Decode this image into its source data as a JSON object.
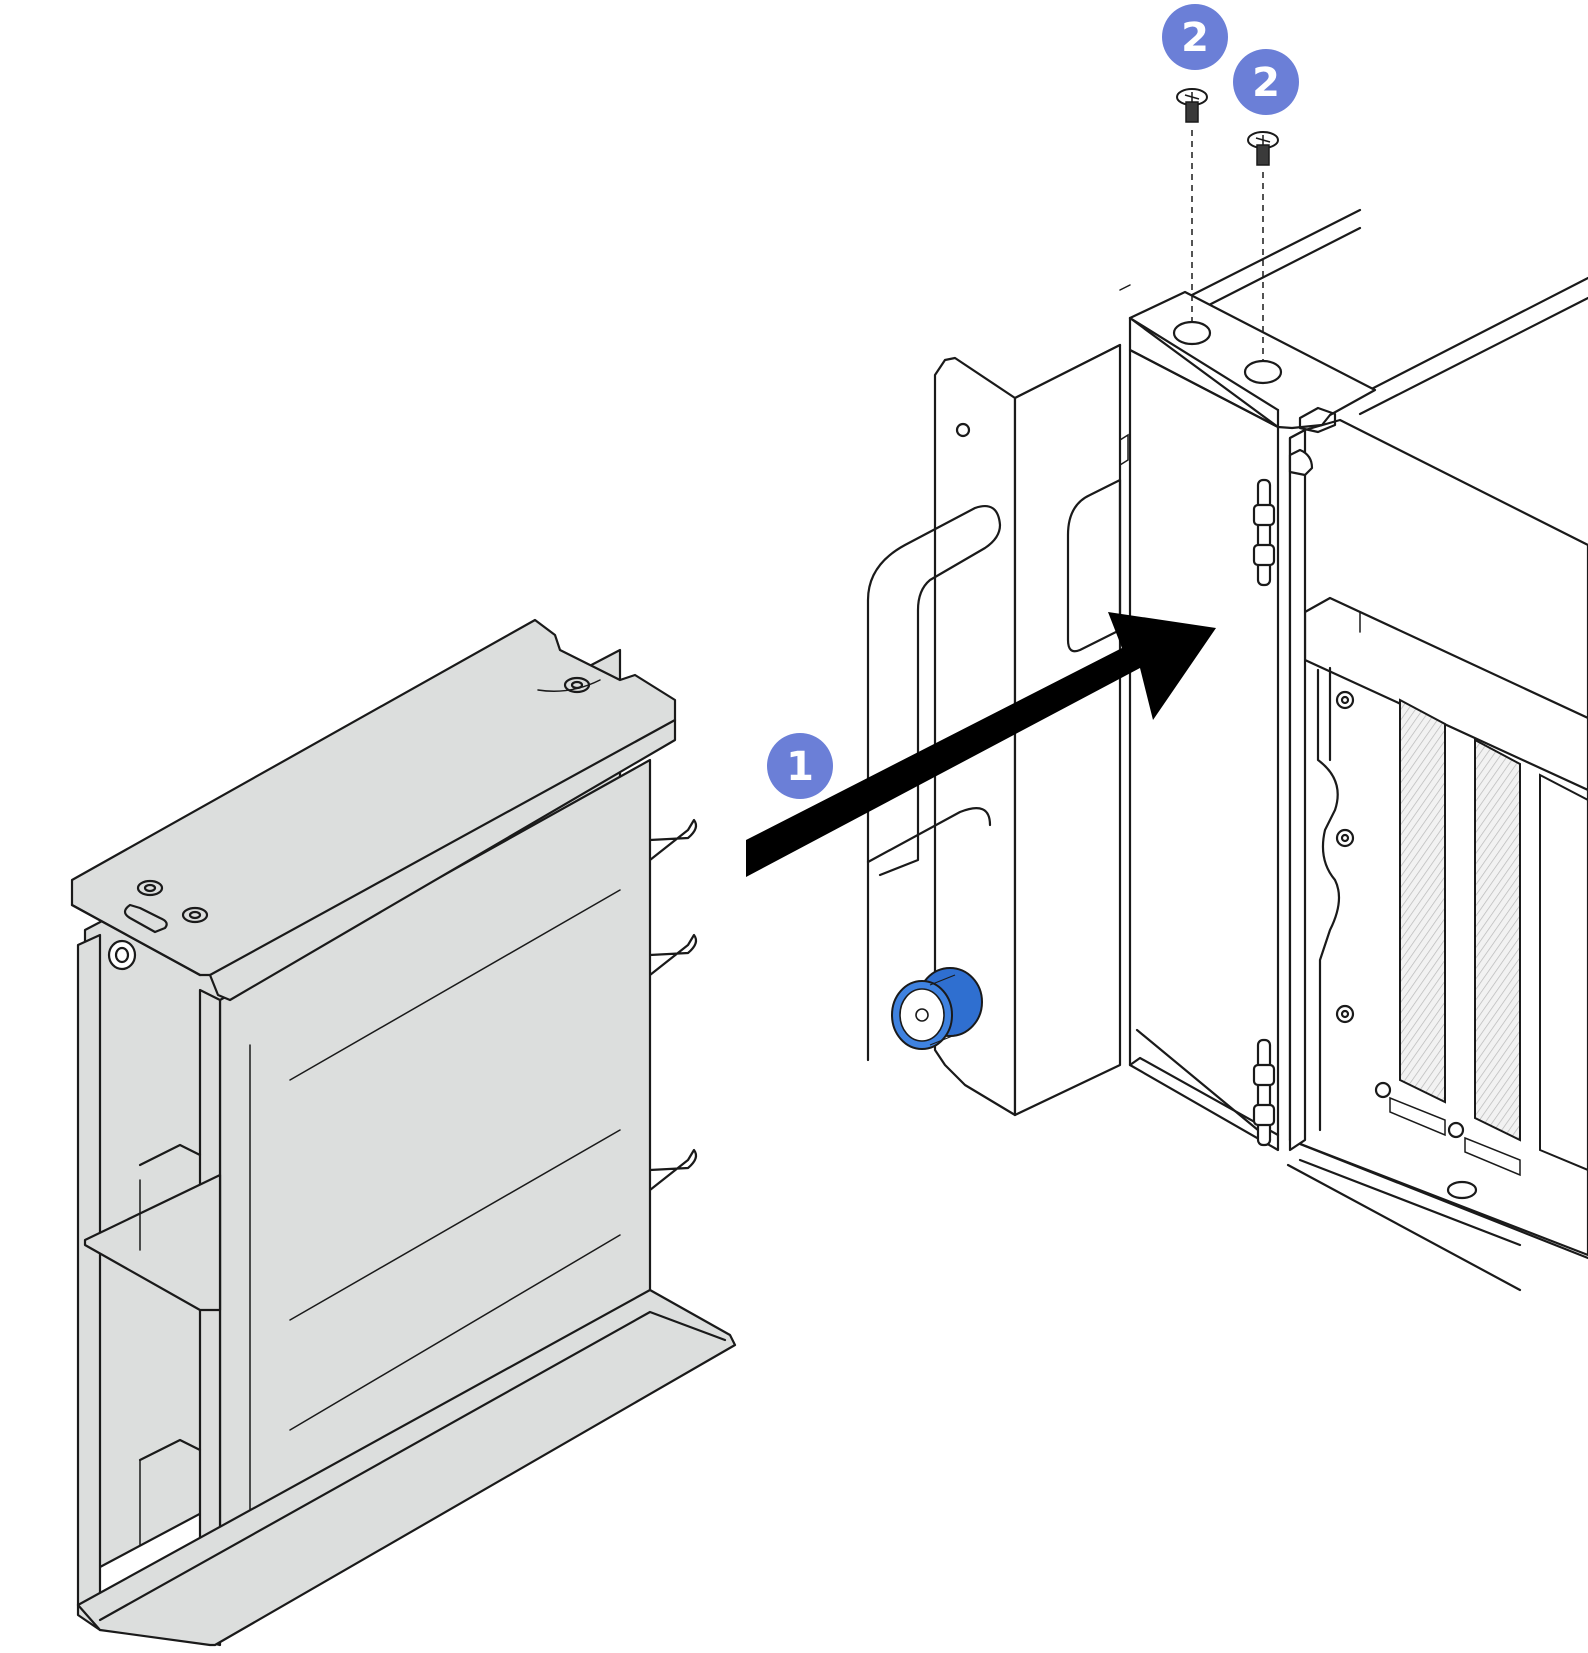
{
  "figure": {
    "callouts": [
      {
        "id": "step-1",
        "label": "1"
      },
      {
        "id": "step-2-screw-a",
        "label": "2"
      },
      {
        "id": "step-2-screw-b",
        "label": "2"
      }
    ],
    "colors": {
      "callout_fill": "#6b7fd7",
      "knob_blue": "#2f6fd0",
      "cage_grey": "#dcdedd",
      "arrow": "#000000",
      "line": "#1a1a1a"
    },
    "icons": [
      "callout-circle",
      "insert-arrow",
      "screw-icon",
      "thumbscrew-icon"
    ]
  }
}
